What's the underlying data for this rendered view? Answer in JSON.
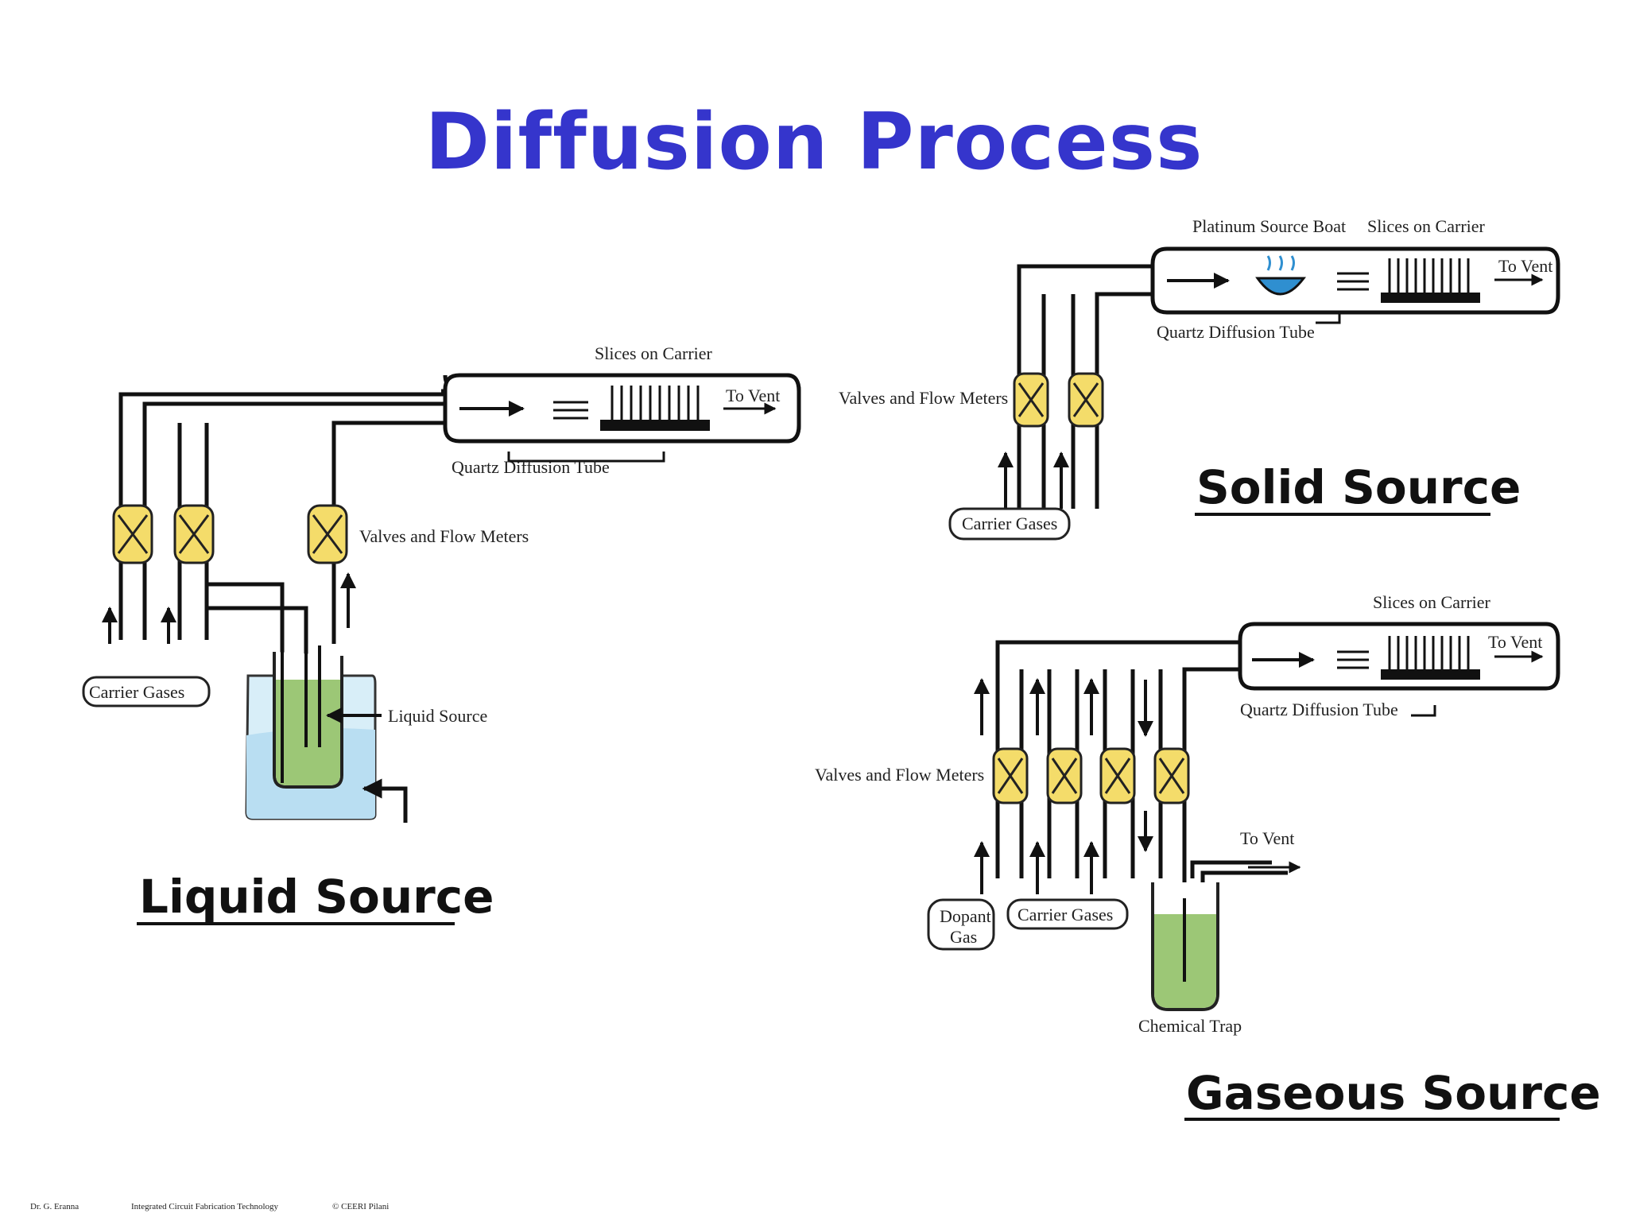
{
  "title": "Diffusion Process",
  "liquid": {
    "heading": "Liquid Source",
    "slices": "Slices on Carrier",
    "vent": "To Vent",
    "tube": "Quartz Diffusion Tube",
    "valves": "Valves and Flow Meters",
    "carrier": "Carrier Gases",
    "source": "Liquid Source"
  },
  "solid": {
    "heading": "Solid Source",
    "boat": "Platinum Source Boat",
    "slices": "Slices on Carrier",
    "vent": "To Vent",
    "tube": "Quartz Diffusion Tube",
    "valves": "Valves and Flow Meters",
    "carrier": "Carrier Gases"
  },
  "gaseous": {
    "heading": "Gaseous Source",
    "slices": "Slices on Carrier",
    "vent": "To Vent",
    "tube": "Quartz Diffusion Tube",
    "valves": "Valves and Flow Meters",
    "dopant_line1": "Dopant",
    "dopant_line2": "Gas",
    "carrier": "Carrier Gases",
    "trap_vent": "To Vent",
    "trap": "Chemical Trap"
  },
  "footer": {
    "author": "Dr. G. Eranna",
    "course": "Integrated Circuit Fabrication Technology",
    "copyright": "© CEERI Pilani"
  },
  "colors": {
    "title": "#3535cc",
    "valve": "#f4dc6a",
    "liquid": "#9cc776",
    "bath": "#d8eef8",
    "boat": "#2f8fd0"
  }
}
